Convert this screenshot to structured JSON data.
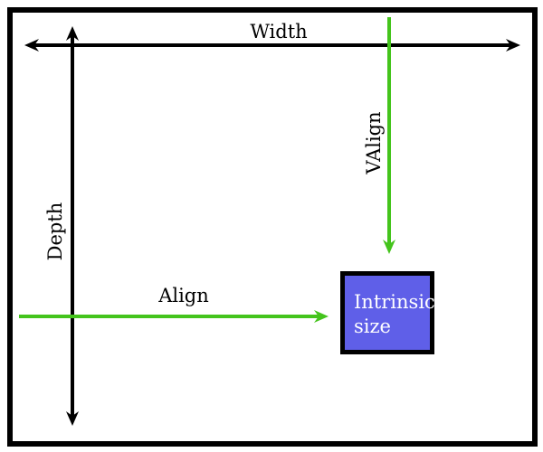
{
  "diagram": {
    "description": "Box layout alignment diagram",
    "labels": {
      "width": "Width",
      "depth": "Depth",
      "valign": "VAlign",
      "align": "Align",
      "intrinsic_size": "Intrinsic size"
    },
    "arrows": [
      {
        "name": "width-arrow",
        "direction": "horizontal",
        "heads": "both",
        "color": "black"
      },
      {
        "name": "depth-arrow",
        "direction": "vertical",
        "heads": "both",
        "color": "black"
      },
      {
        "name": "valign-arrow",
        "direction": "vertical",
        "heads": "down",
        "color": "green"
      },
      {
        "name": "align-arrow",
        "direction": "horizontal",
        "heads": "right",
        "color": "green"
      }
    ]
  },
  "colors": {
    "background": "#ffffff",
    "border": "#000000",
    "arrow_black": "#000000",
    "arrow_green": "#44c41c",
    "box_fill": "#5f5fe8",
    "box_text": "#ffffff",
    "label_color": "#000000"
  }
}
